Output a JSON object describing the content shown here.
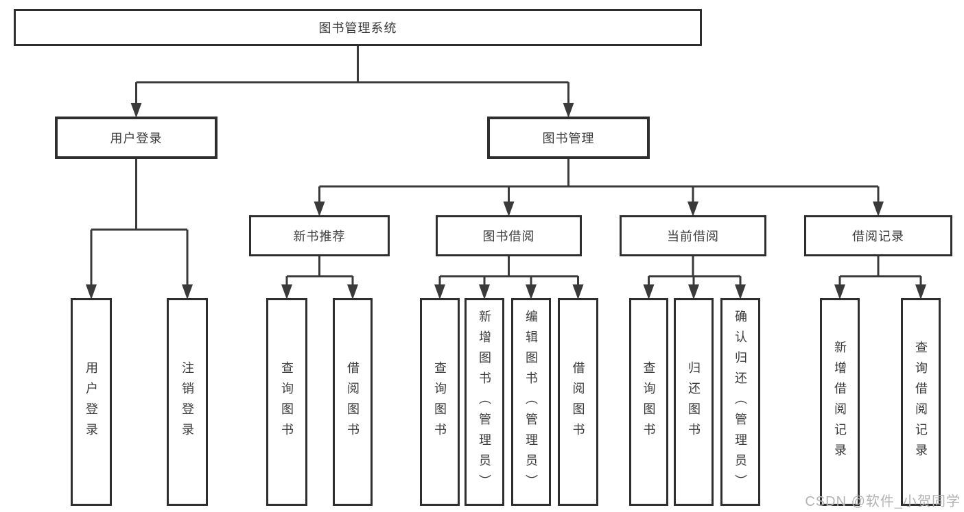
{
  "diagram": {
    "type": "tree",
    "title": "图书管理系统",
    "root": {
      "label": "图书管理系统",
      "children": [
        {
          "label": "用户登录",
          "children": [
            {
              "label": "用户登录"
            },
            {
              "label": "注销登录"
            }
          ]
        },
        {
          "label": "图书管理",
          "children": [
            {
              "label": "新书推荐",
              "children": [
                {
                  "label": "查询图书"
                },
                {
                  "label": "借阅图书"
                }
              ]
            },
            {
              "label": "图书借阅",
              "children": [
                {
                  "label": "查询图书"
                },
                {
                  "label": "新增图书（管理员）"
                },
                {
                  "label": "编辑图书（管理员）"
                },
                {
                  "label": "借阅图书"
                }
              ]
            },
            {
              "label": "当前借阅",
              "children": [
                {
                  "label": "查询图书"
                },
                {
                  "label": "归还图书"
                },
                {
                  "label": "确认归还（管理员）"
                }
              ]
            },
            {
              "label": "借阅记录",
              "children": [
                {
                  "label": "新增借阅记录"
                },
                {
                  "label": "查询借阅记录"
                }
              ]
            }
          ]
        }
      ]
    }
  },
  "watermark": {
    "text": "CSDN @软件_小贺同学"
  },
  "colors": {
    "line": "#3a3a3a",
    "box_border": "#2e2e2e",
    "text": "#3a3a3a",
    "background": "#ffffff",
    "watermark": "#b3b3b3"
  }
}
